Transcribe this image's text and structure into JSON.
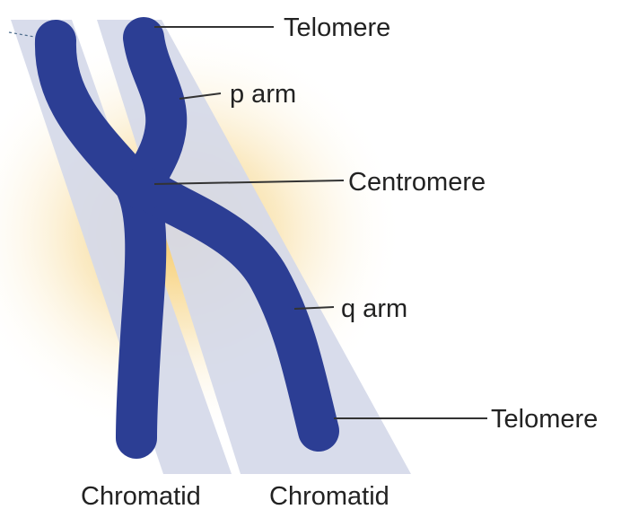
{
  "labels": {
    "telomere_top": "Telomere",
    "p_arm": "p arm",
    "centromere": "Centromere",
    "q_arm": "q arm",
    "telomere_bottom": "Telomere",
    "chromatid_left": "Chromatid",
    "chromatid_right": "Chromatid"
  },
  "colors": {
    "chromosome": "#2c3e94",
    "band": "#d6d9e8",
    "glow": "#f2c15a",
    "leader_line": "#333333",
    "label_text": "#222222"
  }
}
